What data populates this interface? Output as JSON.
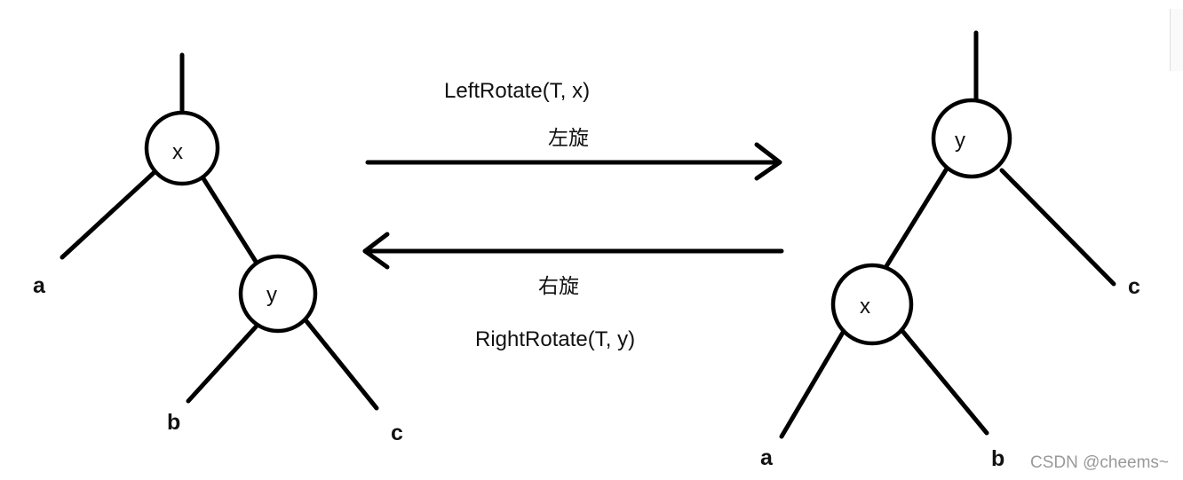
{
  "left_tree": {
    "root": "x",
    "child": "y",
    "leaf_a": "a",
    "leaf_b": "b",
    "leaf_c": "c"
  },
  "right_tree": {
    "root": "y",
    "child": "x",
    "leaf_a": "a",
    "leaf_b": "b",
    "leaf_c": "c"
  },
  "left_rotation": {
    "function": "LeftRotate(T, x)",
    "label": "左旋"
  },
  "right_rotation": {
    "function": "RightRotate(T, y)",
    "label": "右旋"
  },
  "watermark": "CSDN @cheems~"
}
